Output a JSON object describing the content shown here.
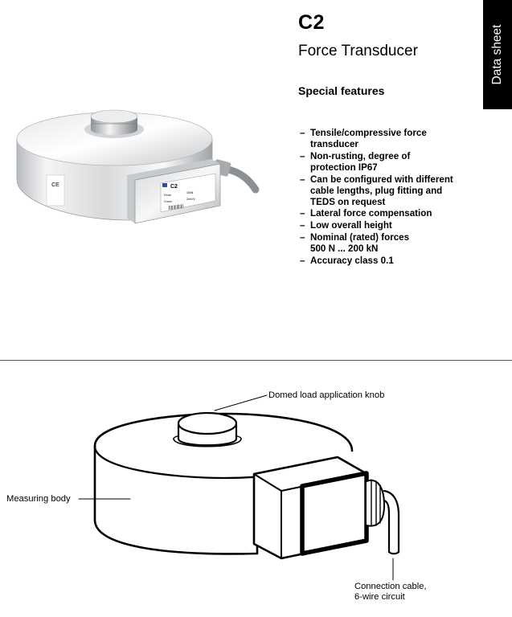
{
  "header": {
    "title": "C2",
    "subtitle": "Force Transducer",
    "tab_label": "Data sheet"
  },
  "features": {
    "heading": "Special features",
    "items": [
      {
        "lines": [
          "Tensile/compressive force",
          "transducer"
        ]
      },
      {
        "lines": [
          "Non-rusting, degree of",
          "protection IP67"
        ]
      },
      {
        "lines": [
          "Can be configured with different",
          "cable lengths, plug fitting and",
          "TEDS on request"
        ]
      },
      {
        "lines": [
          "Lateral force compensation"
        ]
      },
      {
        "lines": [
          "Low overall height"
        ]
      },
      {
        "lines": [
          "Nominal (rated) forces",
          "500 N ... 200 kN"
        ]
      },
      {
        "lines": [
          "Accuracy class 0.1"
        ]
      }
    ]
  },
  "photo": {
    "ce_mark": "CE",
    "plate_model": "C2",
    "plate_fnom_label": "Fnom",
    "plate_fnom_value": "10kN",
    "plate_cnom_label": "Cnom",
    "plate_cnom_value": "2mV/V"
  },
  "drawing": {
    "label_knob": "Domed load application knob",
    "label_body": "Measuring body",
    "label_cable_line1": "Connection cable,",
    "label_cable_line2": "6-wire circuit"
  }
}
